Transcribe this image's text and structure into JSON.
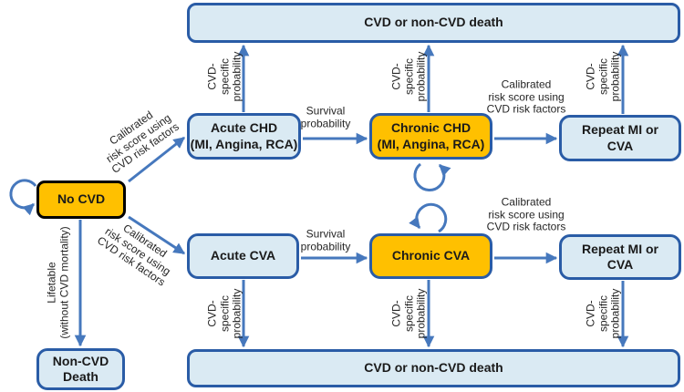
{
  "figure": {
    "title_hint": "CVD state-transition model",
    "nodes": {
      "top_death": "CVD or non-CVD death",
      "acute_chd": "Acute CHD\n(MI, Angina, RCA)",
      "chronic_chd": "Chronic CHD\n(MI, Angina, RCA)",
      "repeat_mi_top": "Repeat MI or\nCVA",
      "no_cvd": "No CVD",
      "acute_cva": "Acute CVA",
      "chronic_cva": "Chronic CVA",
      "repeat_mi_bottom": "Repeat MI or\nCVA",
      "non_cvd_death": "Non-CVD\nDeath",
      "bottom_death": "CVD or non-CVD death"
    },
    "edge_labels": {
      "cvd_specific": "CVD-\nspecific\nprobability",
      "survival": "Survival\nprobability",
      "calibrated": "Calibrated\nrisk score using\nCVD risk factors",
      "lifetable": "Lifetable\n(without CVD mortality)"
    },
    "colors": {
      "node_fill": "#daeaf3",
      "node_border": "#2a5ca6",
      "highlight_fill": "#ffc000",
      "no_cvd_border": "#000000",
      "arrow": "#4678bd",
      "text": "#1a1a1a"
    }
  }
}
